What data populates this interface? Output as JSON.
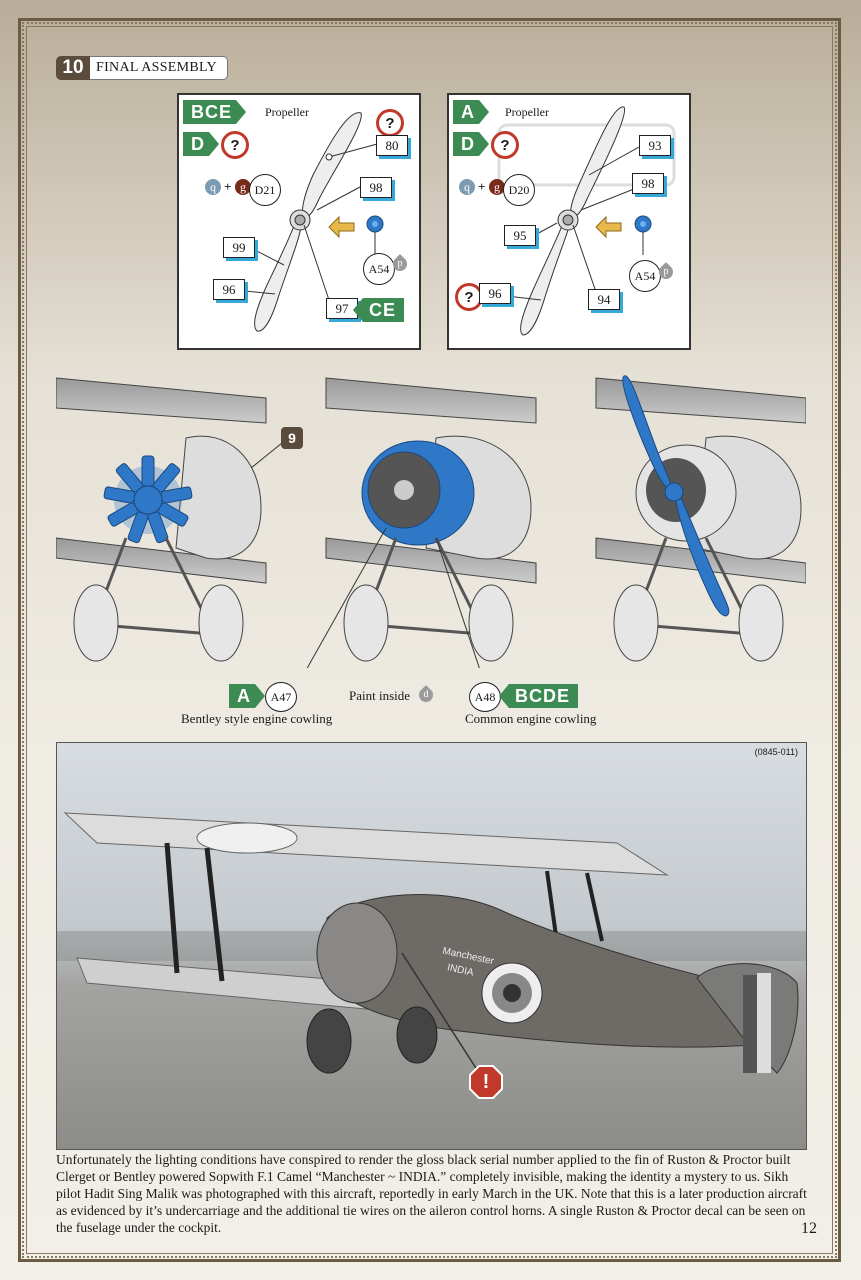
{
  "step": {
    "number": "10",
    "title": "FINAL ASSEMBLY"
  },
  "panel_left": {
    "tags": [
      "BCE",
      "D",
      "CE"
    ],
    "label": "Propeller",
    "parts": [
      "80",
      "98",
      "99",
      "96",
      "97"
    ],
    "paint": [
      "q",
      "+",
      "g",
      "D21"
    ],
    "spinner": "A54",
    "spinner_paint": "p",
    "question": "?"
  },
  "panel_right": {
    "tags": [
      "A",
      "D"
    ],
    "label": "Propeller",
    "parts": [
      "93",
      "98",
      "95",
      "96",
      "94"
    ],
    "paint": [
      "q",
      "+",
      "g",
      "D20"
    ],
    "spinner": "A54",
    "spinner_paint": "p",
    "question": "?"
  },
  "callout_step": "9",
  "cowlings": {
    "left": {
      "tag": "A",
      "part": "A47",
      "label": "Bentley style engine cowling"
    },
    "paint_note": "Paint inside",
    "paint_code": "d",
    "right": {
      "part": "A48",
      "tag": "BCDE",
      "label": "Common engine cowling"
    }
  },
  "photo": {
    "ref": "(0845-011)",
    "markings": [
      "Manchester",
      "INDIA"
    ],
    "warning": "!"
  },
  "caption": "Unfortunately the lighting conditions have conspired to render the gloss black serial number applied to the fin of Ruston & Proctor built Clerget or Bentley powered Sopwith F.1 Camel “Manchester ~ INDIA.” completely invisible, making the identity a mystery to us. Sikh pilot Hadit Sing Malik was photographed with this aircraft, reportedly in early March in the UK. Note that this is a later production aircraft as evidenced by it’s undercarriage and the additional tie wires on the aileron control horns. A single Ruston & Proctor decal can be seen on the fuselage under the cockpit.",
  "page_number": "12",
  "colors": {
    "brown": "#5b4b3c",
    "green": "#3c8b52",
    "blue": "#2f78c8",
    "red": "#c0392b"
  }
}
